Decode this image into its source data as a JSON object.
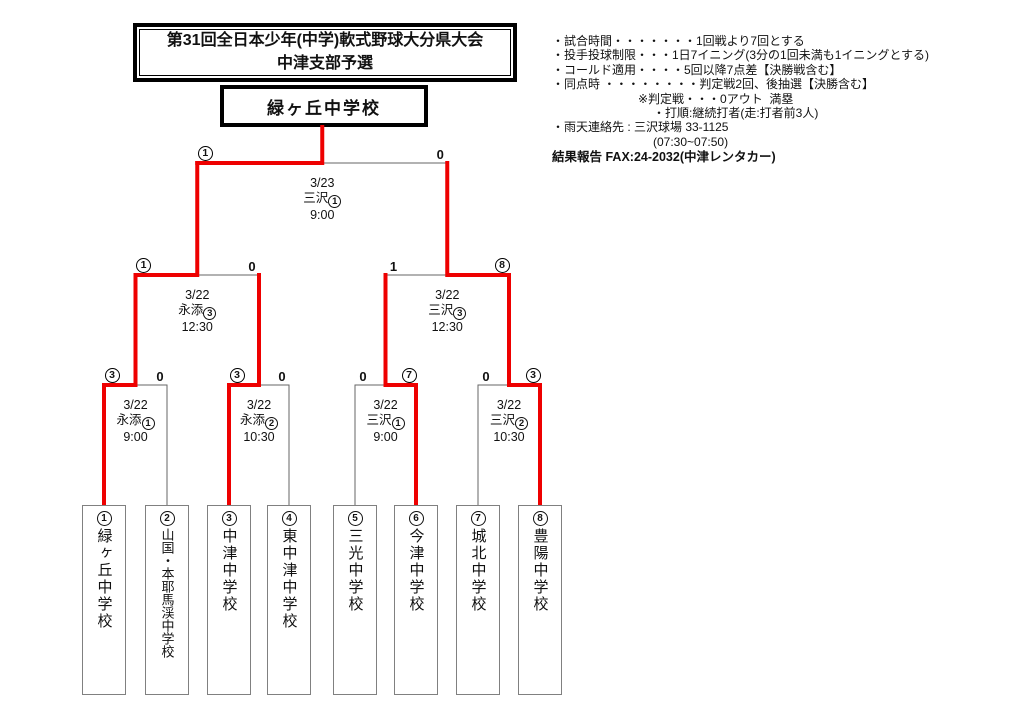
{
  "title": {
    "line1": "第31回全日本少年(中学)軟式野球大分県大会",
    "line2": "中津支部予選"
  },
  "champion": {
    "name": "緑ヶ丘中学校"
  },
  "notes": {
    "lines": [
      {
        "text": "・試合時間・・・・・・・1回戦より7回とする",
        "indent": 0,
        "bold": false
      },
      {
        "text": "・投手投球制限・・・1日7イニング(3分の1回未満も1イニングとする)",
        "indent": 0,
        "bold": false
      },
      {
        "text": "・コールド適用・・・・5回以降7点差【決勝戦含む】",
        "indent": 0,
        "bold": false
      },
      {
        "text": "・同点時 ・・・・・・・・判定戦2回、後抽選【決勝含む】",
        "indent": 0,
        "bold": false
      },
      {
        "text": "※判定戦・・・0アウト  満塁",
        "indent": 1,
        "bold": false
      },
      {
        "text": "・打順:継続打者(走:打者前3人)",
        "indent": 2,
        "bold": false
      },
      {
        "text": "・雨天連絡先 : 三沢球場 33-1125",
        "indent": 0,
        "bold": false
      },
      {
        "text": "(07:30~07:50)",
        "indent": 2,
        "bold": false
      },
      {
        "text": "結果報告 FAX:24-2032(中津レンタカー)",
        "indent": 0,
        "bold": true
      }
    ]
  },
  "bracket": {
    "teams": [
      {
        "seed": "1",
        "name": "緑ヶ丘中学校"
      },
      {
        "seed": "2",
        "name": "山国・本耶馬渓中学校"
      },
      {
        "seed": "3",
        "name": "中津中学校"
      },
      {
        "seed": "4",
        "name": "東中津中学校"
      },
      {
        "seed": "5",
        "name": "三光中学校"
      },
      {
        "seed": "6",
        "name": "今津中学校"
      },
      {
        "seed": "7",
        "name": "城北中学校"
      },
      {
        "seed": "8",
        "name": "豊陽中学校"
      }
    ],
    "rounds": {
      "quarterfinals": [
        {
          "date": "3/22",
          "venue": "永添",
          "court": "1",
          "time": "9:00",
          "left_score": "3",
          "right_score": "0",
          "winner": "left"
        },
        {
          "date": "3/22",
          "venue": "永添",
          "court": "2",
          "time": "10:30",
          "left_score": "3",
          "right_score": "0",
          "winner": "left"
        },
        {
          "date": "3/22",
          "venue": "三沢",
          "court": "1",
          "time": "9:00",
          "left_score": "0",
          "right_score": "7",
          "winner": "right"
        },
        {
          "date": "3/22",
          "venue": "三沢",
          "court": "2",
          "time": "10:30",
          "left_score": "0",
          "right_score": "3",
          "winner": "right"
        }
      ],
      "semifinals": [
        {
          "date": "3/22",
          "venue": "永添",
          "court": "3",
          "time": "12:30",
          "left_score": "1",
          "right_score": "0",
          "winner": "left"
        },
        {
          "date": "3/22",
          "venue": "三沢",
          "court": "3",
          "time": "12:30",
          "left_score": "1",
          "right_score": "8",
          "winner": "right"
        }
      ],
      "final": [
        {
          "date": "3/23",
          "venue": "三沢",
          "court": "1",
          "time": "9:00",
          "left_score": "1",
          "right_score": "0",
          "winner": "left"
        }
      ]
    }
  },
  "colors": {
    "winner_path": "#ee0000",
    "bracket_line": "#666666",
    "box_border": "#808080"
  }
}
